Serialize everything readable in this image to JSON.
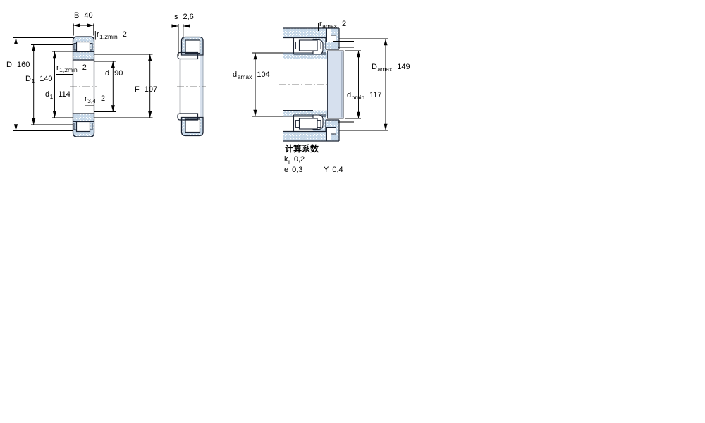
{
  "drawing": {
    "type": "bearing-engineering-drawing",
    "views": [
      "front-cross-section",
      "side-profile",
      "mounted-arrangement"
    ]
  },
  "dims": {
    "B": {
      "base": "B",
      "value": "40"
    },
    "r12_top": {
      "base": "r",
      "sub": "1,2min",
      "value": "2"
    },
    "r12_mid": {
      "base": "r",
      "sub": "1,2min",
      "value": "2"
    },
    "D": {
      "base": "D",
      "value": "160"
    },
    "D1": {
      "base": "D",
      "sub": "1",
      "value": "140"
    },
    "d1": {
      "base": "d",
      "sub": "1",
      "value": "114"
    },
    "d": {
      "base": "d",
      "value": "90"
    },
    "r34": {
      "base": "r",
      "sub": "3,4",
      "value": "2"
    },
    "F": {
      "base": "F",
      "value": "107"
    },
    "s": {
      "base": "s",
      "value": "2,6"
    },
    "r_amax": {
      "base": "r",
      "sub": "amax",
      "value": "2"
    },
    "d_amax": {
      "base": "d",
      "sub": "amax",
      "value": "104"
    },
    "D_amax": {
      "base": "D",
      "sub": "amax",
      "value": "149"
    },
    "d_bmin": {
      "base": "d",
      "sub": "bmin",
      "value": "117"
    }
  },
  "calculation_factors": {
    "heading": "计算系数",
    "kr": {
      "base": "k",
      "sub": "r",
      "value": "0,2"
    },
    "e": {
      "base": "e",
      "value": "0,3"
    },
    "Y": {
      "base": "Y",
      "value": "0,4"
    }
  },
  "colors": {
    "ring_fill": "#c5d7e8",
    "outline": "#1c2433",
    "side_band": "#d9e2ee",
    "collar_fill": "#d6e0ee",
    "dimension": "#000000",
    "background": "#ffffff"
  }
}
